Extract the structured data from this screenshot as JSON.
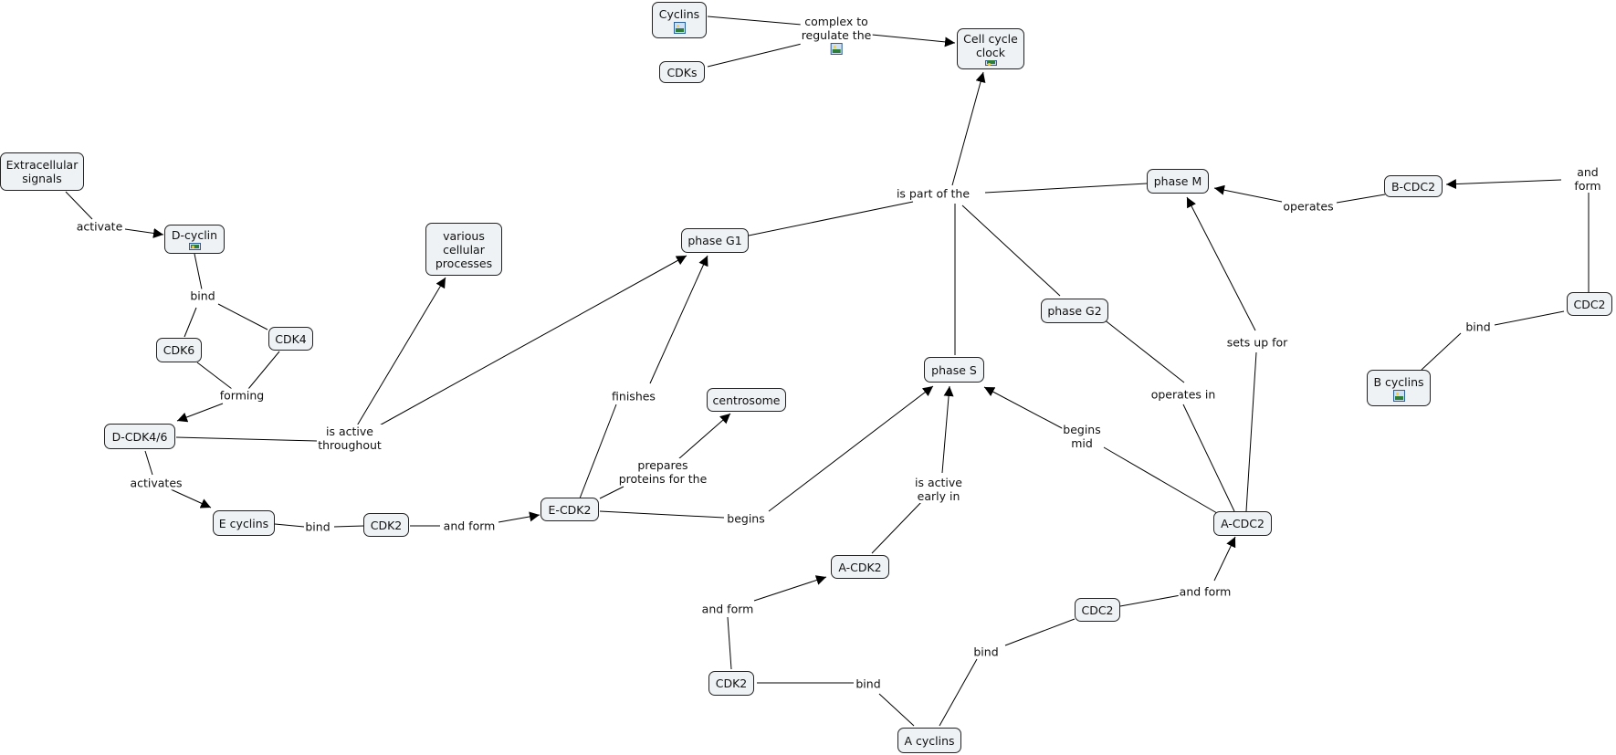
{
  "concepts": {
    "cyclins": "Cyclins",
    "cdks": "CDKs",
    "cell_cycle_clock": "Cell cycle\nclock",
    "extracellular_signals": "Extracellular\nsignals",
    "d_cyclin": "D-cyclin",
    "various_processes": "various\ncellular\nprocesses",
    "phase_g1": "phase G1",
    "phase_m": "phase M",
    "b_cdc2": "B-CDC2",
    "cdc2_right": "CDC2",
    "cdk6": "CDK6",
    "cdk4": "CDK4",
    "phase_g2": "phase G2",
    "phase_s": "phase S",
    "b_cyclins": "B cyclins",
    "centrosome": "centrosome",
    "d_cdk46": "D-CDK4/6",
    "e_cyclins": "E cyclins",
    "cdk2_mid": "CDK2",
    "e_cdk2": "E-CDK2",
    "a_cdc2": "A-CDC2",
    "a_cdk2": "A-CDK2",
    "cdc2_bottom": "CDC2",
    "cdk2_bottom": "CDK2",
    "a_cyclins": "A cyclins"
  },
  "linking_phrases": {
    "complex_to_regulate": "complex to\nregulate the",
    "activate": "activate",
    "bind_d": "bind",
    "is_part_of": "is part of the",
    "and_form_right": "and form",
    "operates": "operates",
    "forming": "forming",
    "sets_up_for": "sets up for",
    "bind_b": "bind",
    "finishes": "finishes",
    "operates_in": "operates in",
    "is_active_throughout": "is active\nthroughout",
    "begins_mid": "begins\nmid",
    "prepares_proteins": "prepares\nproteins for the",
    "activates": "activates",
    "is_active_early": "is active\nearly in",
    "bind_e": "bind",
    "and_form_e": "and form",
    "begins": "begins",
    "and_form_a": "and form",
    "and_form_a2": "and form",
    "bind_cdc2": "bind",
    "bind_cdk2": "bind"
  },
  "image_attachment_icon": "image-icon",
  "colors": {
    "node_fill": "#eef2f5",
    "node_border": "#222222",
    "line": "#000000",
    "background": "#ffffff"
  }
}
